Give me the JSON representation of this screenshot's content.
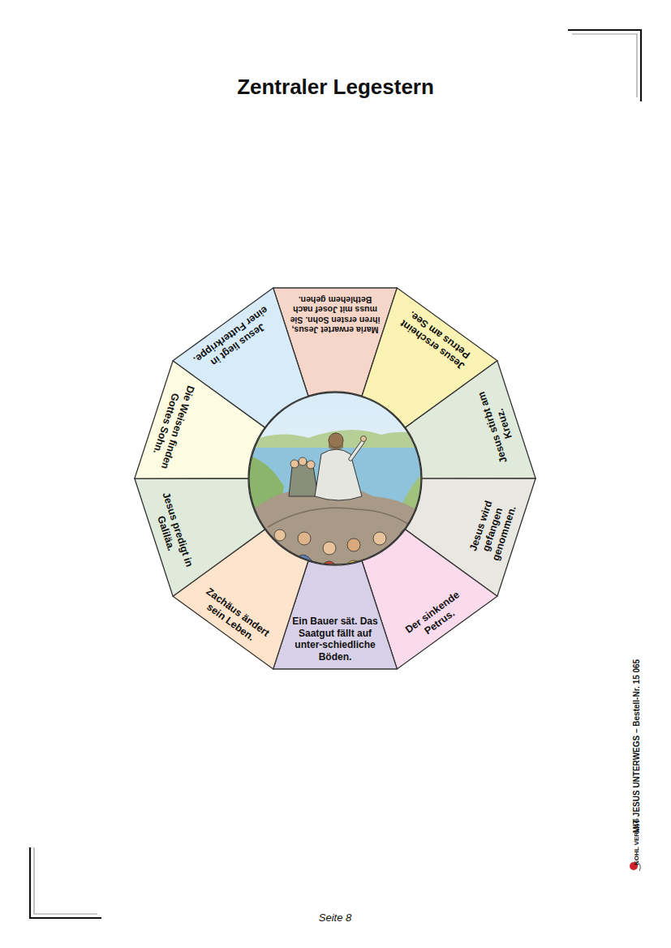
{
  "diagram": {
    "title": "Zentraler Legestern",
    "nodes": [
      {
        "text": [
          "Maria erwartet Jesus, ihren ersten Sohn. Sie muss mit Josef nach Bethlehem gehen."
        ]
      },
      {
        "text": [
          "Jesus erscheint Petrus am See."
        ]
      },
      {
        "text": [
          "Jesus stirbt am Kreuz."
        ]
      },
      {
        "text": [
          "Jesus wird gefangen genommen."
        ]
      },
      {
        "text": [
          "Der sinkende Petrus."
        ]
      },
      {
        "text": [
          "Ein Bauer sät. Das Saatgut fällt auf unter-schiedliche Böden."
        ]
      },
      {
        "text": [
          "Zachäus ändert sein Leben."
        ]
      },
      {
        "text": [
          "Jesus predigt in Galiläa."
        ]
      },
      {
        "text": [
          "Die Weisen finden Gottes Sohn."
        ]
      },
      {
        "text": [
          "Jesus liegt in einer Futterkrippe."
        ]
      }
    ],
    "labels": [
      "MIT JESUS UNTERWEGS – Bestell-Nr. 15 065",
      "KOHL VERLAG",
      "Seite 8"
    ]
  }
}
